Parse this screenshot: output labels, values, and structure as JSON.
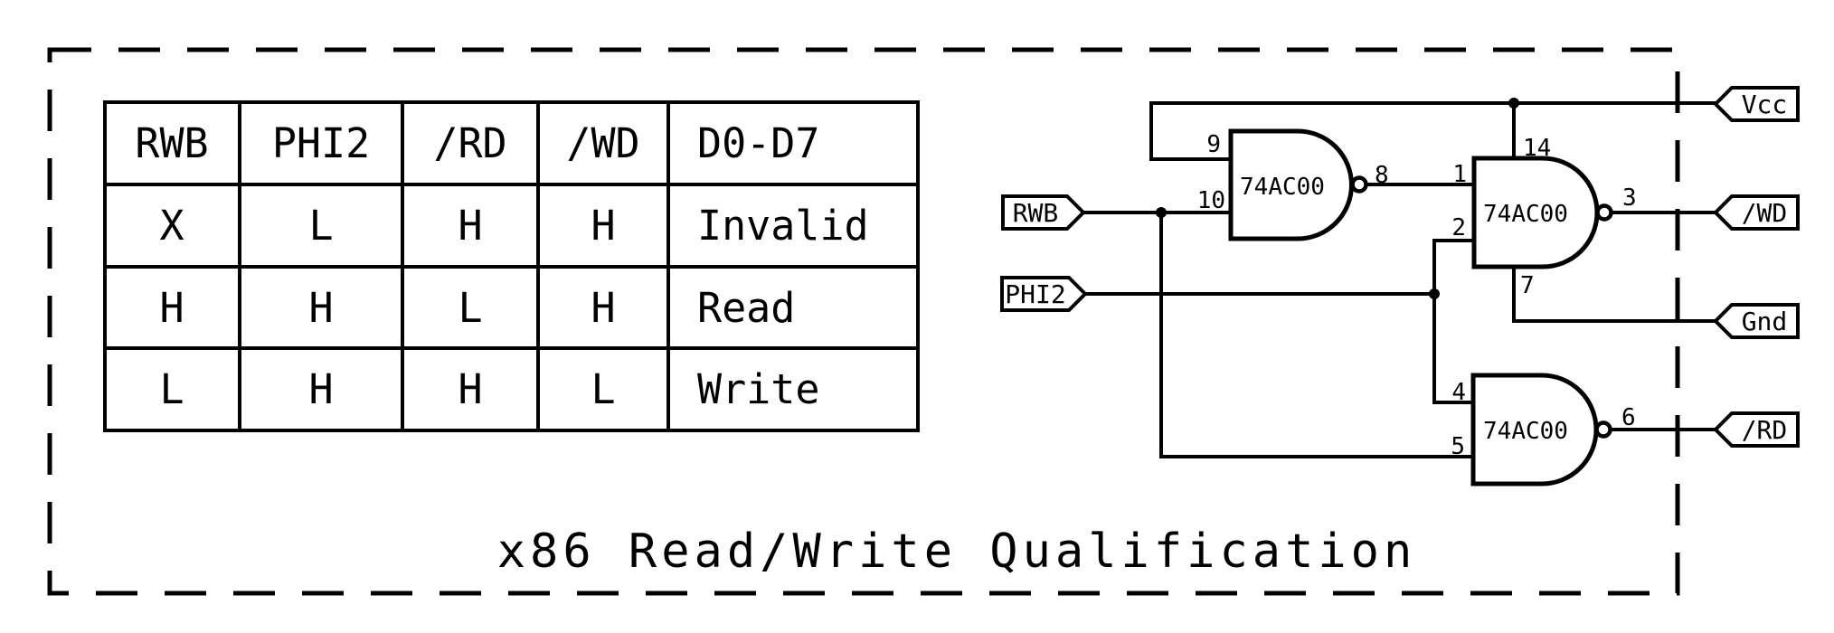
{
  "diagram": {
    "title": "x86 Read/Write Qualification",
    "truth_table": {
      "headers": [
        "RWB",
        "PHI2",
        "/RD",
        "/WD",
        "D0-D7"
      ],
      "rows": [
        [
          "X",
          "L",
          "H",
          "H",
          "Invalid"
        ],
        [
          "H",
          "H",
          "L",
          "H",
          "Read"
        ],
        [
          "L",
          "H",
          "H",
          "L",
          "Write"
        ]
      ]
    },
    "gates": [
      {
        "part": "74AC00",
        "pins": {
          "in_a": "9",
          "in_b": "10",
          "out": "8"
        }
      },
      {
        "part": "74AC00",
        "pins": {
          "in_a": "1",
          "in_b": "2",
          "out": "3",
          "vcc": "14",
          "gnd": "7"
        }
      },
      {
        "part": "74AC00",
        "pins": {
          "in_a": "4",
          "in_b": "5",
          "out": "6"
        }
      }
    ],
    "input_flags": [
      {
        "label": "RWB"
      },
      {
        "label": "PHI2"
      }
    ],
    "output_flags": [
      {
        "label": "Vcc"
      },
      {
        "label": "/WD"
      },
      {
        "label": "Gnd"
      },
      {
        "label": "/RD"
      }
    ],
    "colors": {
      "ink": "#000000",
      "background": "#ffffff"
    }
  }
}
